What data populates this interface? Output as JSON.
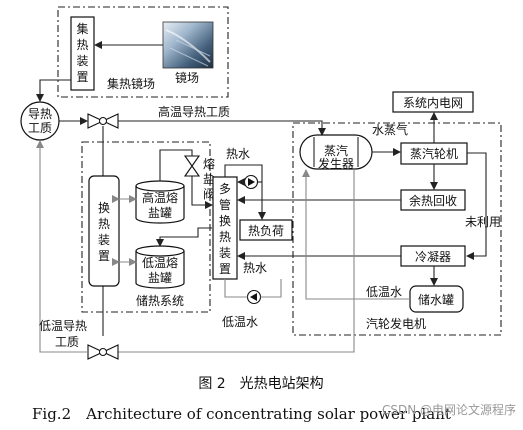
{
  "labels": {
    "heat_collector_device": [
      "集",
      "热",
      "装",
      "置"
    ],
    "mirror_field": "镜场",
    "heat_collecting_field": "集热镜场",
    "heat_transfer_medium": [
      "导热",
      "工质"
    ],
    "high_temp_medium": "高温导热工质",
    "low_temp_medium": [
      "低温导热",
      "工质"
    ],
    "heat_exchanger": [
      "换",
      "热",
      "装",
      "置"
    ],
    "hot_salt_tank": [
      "高温熔",
      "盐罐"
    ],
    "cold_salt_tank": [
      "低温熔",
      "盐罐"
    ],
    "salt_valve": [
      "熔",
      "盐",
      "阀"
    ],
    "storage_system": "储热系统",
    "multi_tube_exchanger": [
      "多",
      "管",
      "换",
      "热",
      "装",
      "置"
    ],
    "hot_water_top": "热水",
    "hot_water_mid": "热水",
    "low_temp_water_bottom": "低温水",
    "heat_load": "热负荷",
    "steam_generator": [
      "蒸汽",
      "发生器"
    ],
    "steam": "水蒸气",
    "plant_power_grid": "系统内电网",
    "steam_turbine": "蒸汽轮机",
    "waste_heat_recovery": "余热回收",
    "unused": "未利用",
    "condenser": "冷凝器",
    "low_temp_water_right": "低温水",
    "water_tank": "储水罐",
    "turbine_generator": "汽轮发电机"
  },
  "caption": {
    "zh": "图 2　光热电站架构",
    "en": "Fig.2　Architecture of concentrating solar power plant"
  },
  "watermark": "CSDN @电网论文源程序"
}
